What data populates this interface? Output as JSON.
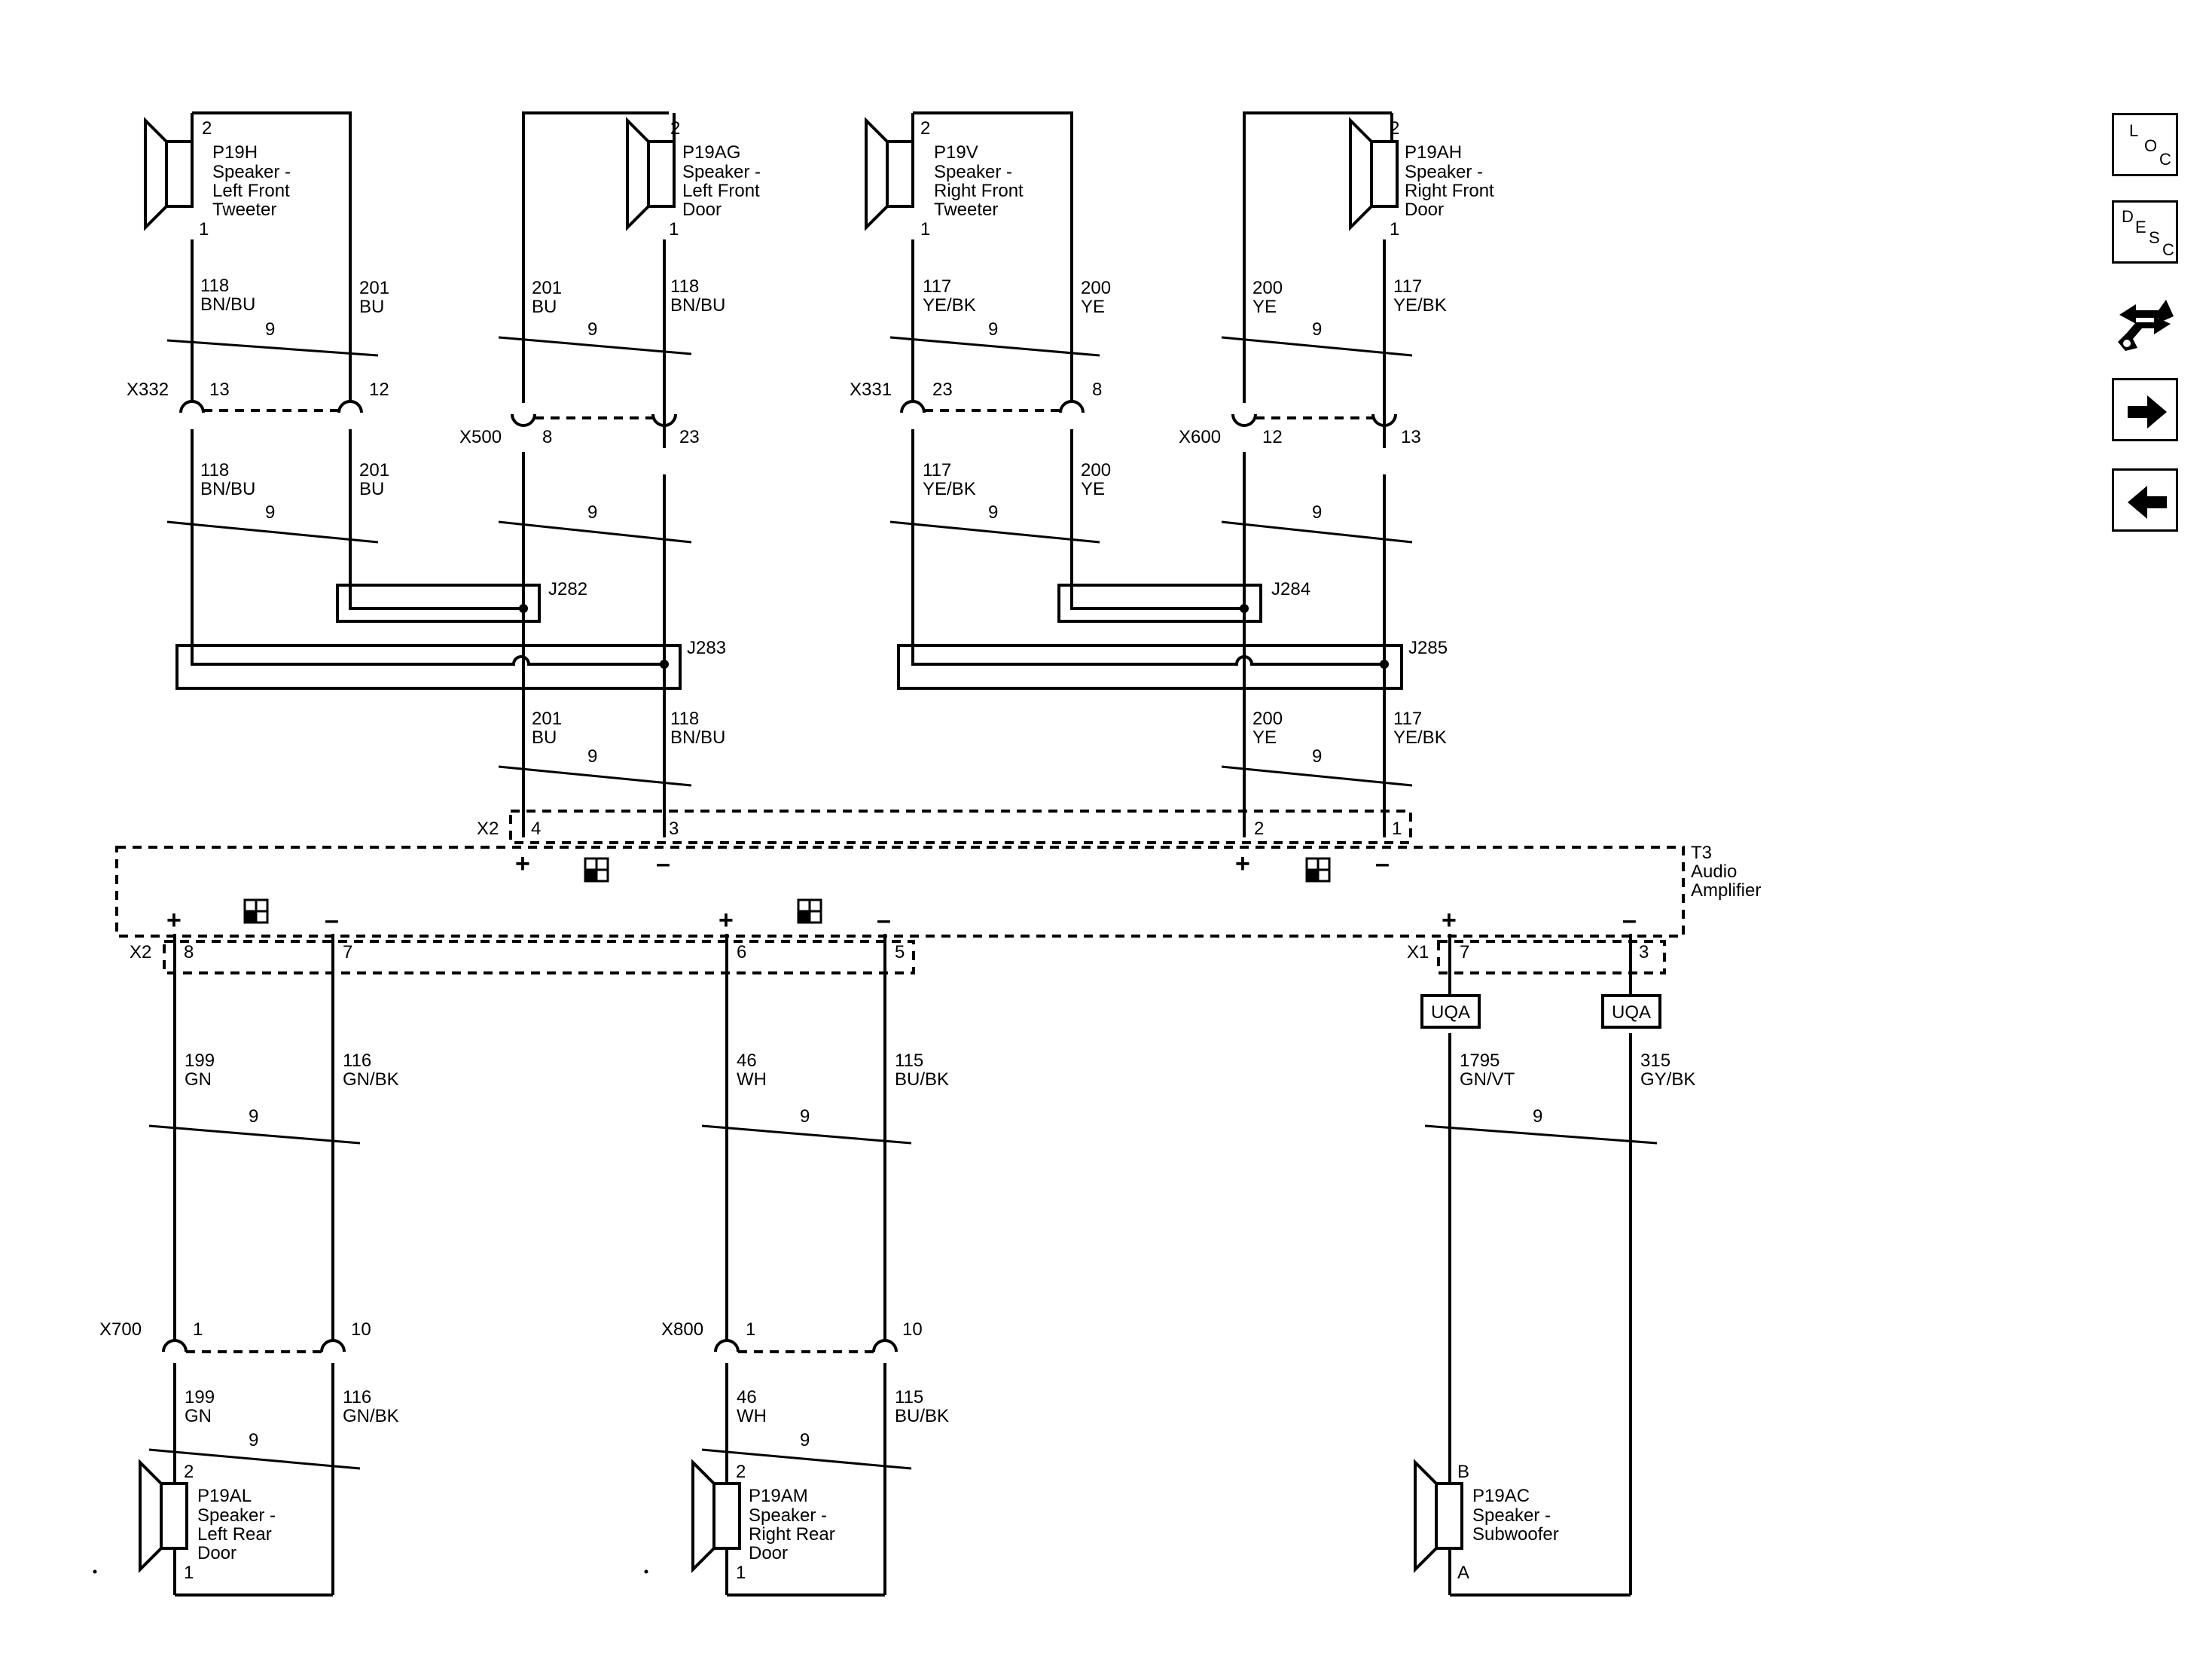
{
  "speakers": {
    "p19h": {
      "ref": "P19H",
      "line1": "Speaker -",
      "line2": "Left Front",
      "line3": "Tweeter",
      "pin_top": "2",
      "pin_bottom": "1"
    },
    "p19ag": {
      "ref": "P19AG",
      "line1": "Speaker -",
      "line2": "Left Front",
      "line3": "Door",
      "pin_top": "2",
      "pin_bottom": "1"
    },
    "p19v": {
      "ref": "P19V",
      "line1": "Speaker -",
      "line2": "Right Front",
      "line3": "Tweeter",
      "pin_top": "2",
      "pin_bottom": "1"
    },
    "p19ah": {
      "ref": "P19AH",
      "line1": "Speaker -",
      "line2": "Right Front",
      "line3": "Door",
      "pin_top": "2",
      "pin_bottom": "1"
    },
    "p19al": {
      "ref": "P19AL",
      "line1": "Speaker -",
      "line2": "Left Rear",
      "line3": "Door",
      "pin_top": "2",
      "pin_bottom": "1"
    },
    "p19am": {
      "ref": "P19AM",
      "line1": "Speaker -",
      "line2": "Right Rear",
      "line3": "Door",
      "pin_top": "2",
      "pin_bottom": "1"
    },
    "p19ac": {
      "ref": "P19AC",
      "line1": "Speaker -",
      "line2": "Subwoofer",
      "pin_top": "B",
      "pin_bottom": "A"
    }
  },
  "wires": {
    "lf_tw_plus_a": {
      "circuit": "118",
      "color": "BN/BU"
    },
    "lf_tw_minus_a": {
      "circuit": "201",
      "color": "BU"
    },
    "lf_door_minus_a": {
      "circuit": "201",
      "color": "BU"
    },
    "lf_door_plus_a": {
      "circuit": "118",
      "color": "BN/BU"
    },
    "rf_tw_plus_a": {
      "circuit": "117",
      "color": "YE/BK"
    },
    "rf_tw_minus_a": {
      "circuit": "200",
      "color": "YE"
    },
    "rf_door_minus_a": {
      "circuit": "200",
      "color": "YE"
    },
    "rf_door_plus_a": {
      "circuit": "117",
      "color": "YE/BK"
    },
    "lf_tw_plus_b": {
      "circuit": "118",
      "color": "BN/BU"
    },
    "lf_tw_minus_b": {
      "circuit": "201",
      "color": "BU"
    },
    "rf_tw_plus_b": {
      "circuit": "117",
      "color": "YE/BK"
    },
    "rf_tw_minus_b": {
      "circuit": "200",
      "color": "YE"
    },
    "lf_amp_plus": {
      "circuit": "201",
      "color": "BU"
    },
    "lf_amp_minus": {
      "circuit": "118",
      "color": "BN/BU"
    },
    "rf_amp_plus": {
      "circuit": "200",
      "color": "YE"
    },
    "rf_amp_minus": {
      "circuit": "117",
      "color": "YE/BK"
    },
    "lr_plus_a": {
      "circuit": "199",
      "color": "GN"
    },
    "lr_minus_a": {
      "circuit": "116",
      "color": "GN/BK"
    },
    "rr_plus_a": {
      "circuit": "46",
      "color": "WH"
    },
    "rr_minus_a": {
      "circuit": "115",
      "color": "BU/BK"
    },
    "sub_plus": {
      "circuit": "1795",
      "color": "GN/VT"
    },
    "sub_minus": {
      "circuit": "315",
      "color": "GY/BK"
    },
    "lr_plus_b": {
      "circuit": "199",
      "color": "GN"
    },
    "lr_minus_b": {
      "circuit": "116",
      "color": "GN/BK"
    },
    "rr_plus_b": {
      "circuit": "46",
      "color": "WH"
    },
    "rr_minus_b": {
      "circuit": "115",
      "color": "BU/BK"
    }
  },
  "twist_label": "9",
  "connectors": {
    "x332": {
      "name": "X332",
      "pin_a": "13",
      "pin_b": "12"
    },
    "x500": {
      "name": "X500",
      "pin_a": "8",
      "pin_b": "23"
    },
    "x331": {
      "name": "X331",
      "pin_a": "23",
      "pin_b": "8"
    },
    "x600": {
      "name": "X600",
      "pin_a": "12",
      "pin_b": "13"
    },
    "x700": {
      "name": "X700",
      "pin_a": "1",
      "pin_b": "10"
    },
    "x800": {
      "name": "X800",
      "pin_a": "1",
      "pin_b": "10"
    },
    "amp_x2_top": {
      "name": "X2",
      "pin_a": "4",
      "pin_b": "3",
      "pin_c": "2",
      "pin_d": "1"
    },
    "amp_x2_bottom": {
      "name": "X2",
      "pin_a": "8",
      "pin_b": "7",
      "pin_c": "6",
      "pin_d": "5"
    },
    "amp_x1": {
      "name": "X1",
      "pin_a": "7",
      "pin_b": "3"
    }
  },
  "splices": {
    "j282": "J282",
    "j283": "J283",
    "j284": "J284",
    "j285": "J285"
  },
  "amplifier": {
    "ref": "T3",
    "line1": "Audio",
    "line2": "Amplifier"
  },
  "option_code": "UQA",
  "polarity": {
    "plus": "+",
    "minus": "–"
  },
  "nav": {
    "loc": {
      "l1": "L",
      "l2": "O",
      "l3": "C"
    },
    "desc": {
      "l1": "D",
      "l2": "E",
      "l3": "S",
      "l4": "C"
    }
  }
}
